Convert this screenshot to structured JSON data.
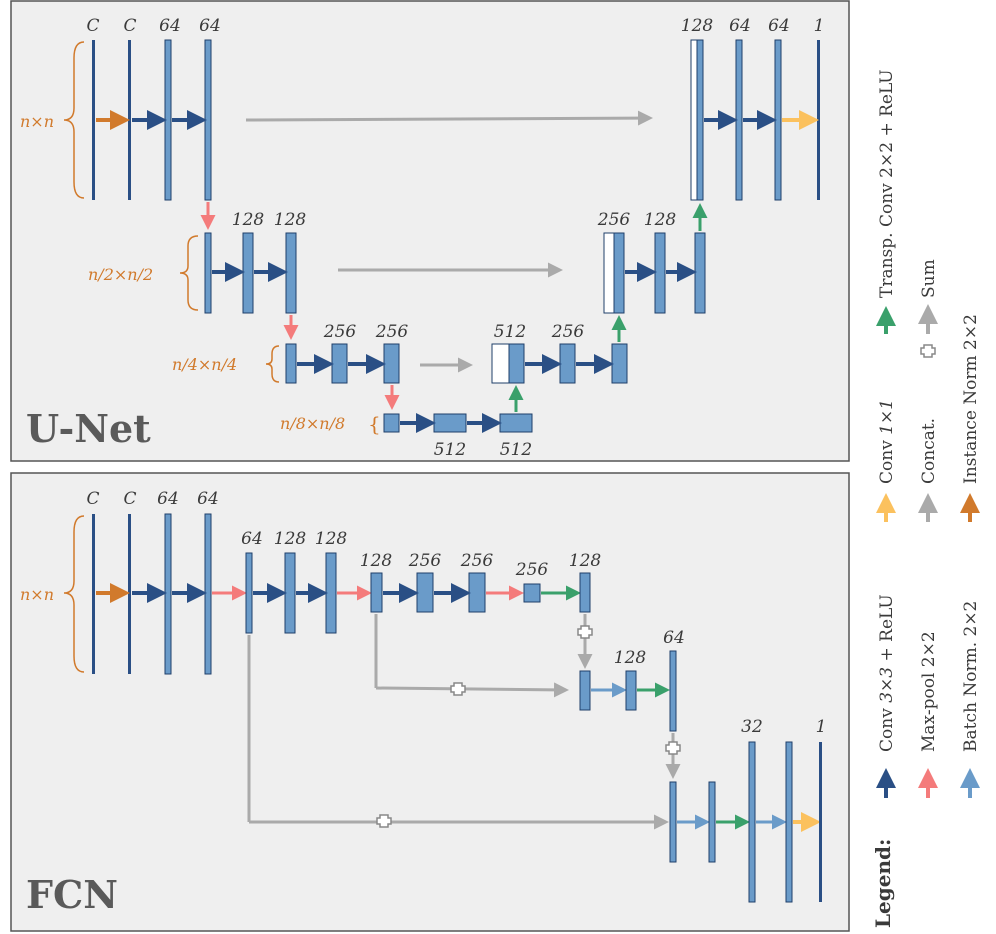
{
  "unet": {
    "title": "U-Net",
    "res": [
      "n×n",
      "n/2×n/2",
      "n/4×n/4",
      "n/8×n/8"
    ],
    "labels": {
      "c1": "C",
      "c2": "C",
      "l0a": "64",
      "l0b": "64",
      "l1a": "128",
      "l1b": "128",
      "l2a": "256",
      "l2b": "256",
      "l3a": "512",
      "l3b": "512",
      "u2a": "512",
      "u2b": "256",
      "u1a": "256",
      "u1b": "128",
      "u0a": "128",
      "u0b": "64",
      "u0c": "64",
      "u0d": "1"
    }
  },
  "fcn": {
    "title": "FCN",
    "res": [
      "n×n"
    ],
    "labels": {
      "c1": "C",
      "c2": "C",
      "a": "64",
      "b": "64",
      "d": "64",
      "e": "128",
      "f": "128",
      "g": "128",
      "h": "256",
      "i": "256",
      "j": "256",
      "k": "128",
      "m": "128",
      "n": "64",
      "o": "32",
      "p": "1"
    }
  },
  "legend": {
    "heading": "Legend:",
    "items": [
      {
        "text": "Conv ",
        "italic": "3×3",
        "rest": " + ReLU",
        "color": "#2a4f85"
      },
      {
        "text": "Max-pool 2×2",
        "italic": "",
        "rest": "",
        "color": "#f47b7b"
      },
      {
        "text": "Batch Norm. 2×2",
        "italic": "",
        "rest": "",
        "color": "#6a9bc9"
      },
      {
        "text": "Conv ",
        "italic": "1×1",
        "rest": "",
        "color": "#fbc15e"
      },
      {
        "text": "Concat.",
        "italic": "",
        "rest": "",
        "color": "#aaaaaa"
      },
      {
        "text": "Instance Norm 2×2",
        "italic": "",
        "rest": "",
        "color": "#d17a2c"
      },
      {
        "text": "Transp. Conv 2×2 + ReLU",
        "italic": "",
        "rest": "",
        "color": "#3aa06b"
      },
      {
        "text": "Sum",
        "italic": "",
        "rest": "",
        "color": "#aaaaaa"
      }
    ]
  },
  "colors": {
    "block_fill": "#6a9bc9",
    "block_stroke": "#1f3f6a",
    "conv": "#2a4f85",
    "pool": "#f47b7b",
    "bn": "#6a9bc9",
    "conv1": "#fbc15e",
    "concat": "#aaaaaa",
    "inorm": "#d17a2c",
    "tconv": "#3aa06b",
    "panel": "#efefef",
    "panel_border": "#555555"
  }
}
